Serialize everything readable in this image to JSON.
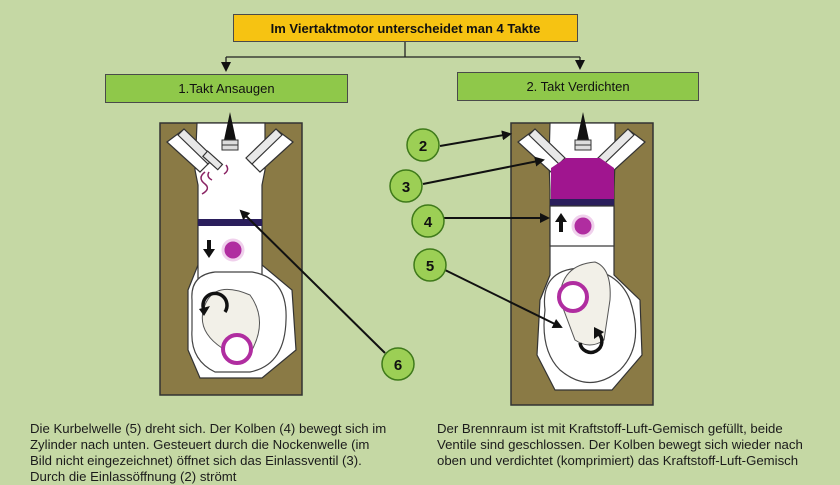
{
  "title": "Im Viertaktmotor unterscheidet man 4 Takte",
  "step1": {
    "label": "1.Takt  Ansaugen",
    "description": "Die Kurbelwelle (5) dreht sich. Der Kolben (4) bewegt sich im Zylinder nach unten. Gesteuert durch die Nockenwelle (im Bild nicht eingezeichnet) öffnet sich das Einlassventil (3). Durch die Einlassöffnung (2) strömt"
  },
  "step2": {
    "label": "2. Takt Verdichten",
    "description": "Der Brennraum ist mit Kraftstoff-Luft-Gemisch gefüllt, beide Ventile sind geschlossen. Der Kolben bewegt sich wieder nach oben und verdichtet (komprimiert) das Kraftstoff-Luft-Gemisch"
  },
  "callouts": [
    "2",
    "3",
    "4",
    "5",
    "6"
  ],
  "colors": {
    "background": "#c5d8a4",
    "title_fill": "#f6c312",
    "step_fill": "#8fc84a",
    "engine_block": "#8a7a45",
    "combustion_mixture": "#a0158f",
    "piston_pin": "#b02da0",
    "callout_fill": "#9ccf55"
  }
}
